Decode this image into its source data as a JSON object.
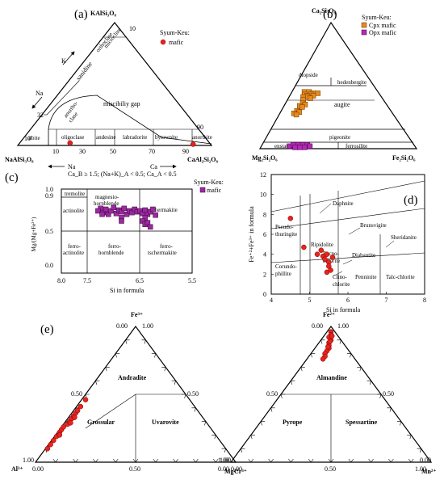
{
  "panels": {
    "a": {
      "letter": "(a)",
      "apex_top": "KAlSi₃O₈",
      "apex_left": "NaAlSi₃O₈",
      "apex_right": "CaAl₂Si₂O₈",
      "legend_title": "Syum-Keu:",
      "legend_item": "mafic",
      "fields": [
        "sanidine",
        "miscibiliy gap",
        "albite",
        "oligoclase",
        "andesine",
        "labradorite",
        "bytownite",
        "anorthite",
        "orthoclase",
        "anortho-",
        "clase",
        "microcline"
      ],
      "arrow_labels": [
        "K",
        "Na",
        "Na",
        "Ca"
      ],
      "ticks_left": [
        "10",
        "32"
      ],
      "ticks_bottom": [
        "10",
        "30",
        "50",
        "70",
        "90"
      ],
      "ticks_top": "10",
      "ticks_right": "90"
    },
    "b": {
      "letter": "(b)",
      "apex_top": "Ca₂Si₂O₆",
      "apex_left": "Mg₂Si₂O₆",
      "apex_right": "Fe₂Si₂O₆",
      "legend_title": "Syum-Keu:",
      "legend_items": [
        "Cpx mafic",
        "Opx mafic"
      ],
      "fields": [
        "diopside",
        "hedenbergite",
        "augite",
        "pigeonite",
        "enstatite",
        "ferrosilite"
      ]
    },
    "c": {
      "letter": "(c)",
      "subtitle": "Ca_B ≥ 1.5; (Na+K)_A < 0.5; Ca_A < 0.5",
      "ylabel": "Mg/(Mg+Fe²⁺)",
      "xlabel": "Si in formula",
      "legend_title": "Syum-Keu:",
      "legend_item": "mafic",
      "fields": [
        "tremolite",
        "actinolite",
        "magnesio-",
        "hornblende",
        "tschermakite",
        "ferro-",
        "actinolite",
        "ferro-",
        "hornblende",
        "ferro-",
        "tschermakite"
      ]
    },
    "d": {
      "letter": "(d)",
      "ylabel": "Fe⁺²+Fe³⁺ in formula",
      "xlabel": "Si in formula",
      "fields": [
        "Daphnite",
        "Pseudo-",
        "thuringite",
        "Brunsvigite",
        "Ripidolite",
        "Pycno-",
        "chlorite",
        "Corundo-",
        "phillite",
        "Diabantite",
        "Sheridanite",
        "Clino-",
        "chlorite",
        "Penninite",
        "Talc-chlorite"
      ]
    },
    "e": {
      "letter": "(e)",
      "left": {
        "apex_top": "Fe³⁺",
        "apex_left": "Al³⁺",
        "apex_right": "Cr³⁺",
        "fields": [
          "Andradite",
          "Grossular",
          "Uvarovite"
        ],
        "ticks": [
          "0.00",
          "1.00",
          "0.50",
          "0.50",
          "1.00",
          "0.00",
          "0.50",
          "1.00",
          "0.00"
        ]
      },
      "right": {
        "apex_top": "Fe²⁺",
        "apex_left": "Mg²⁺",
        "apex_right": "Mn²⁺",
        "fields": [
          "Almandine",
          "Pyrope",
          "Spessartine"
        ],
        "ticks": [
          "0.00",
          "1.00",
          "0.50",
          "0.50",
          "1.00",
          "0.00",
          "0.00",
          "0.50",
          "1.00"
        ]
      }
    }
  },
  "colors": {
    "mafic": "#e8231d",
    "cpx": "#e8891e",
    "opx": "#b22ab5",
    "amph": "#9a2aa0"
  },
  "chart_data": [
    {
      "type": "scatter",
      "name": "feldspar ternary (a)",
      "series": [
        {
          "name": "mafic",
          "points": [
            {
              "An": 90,
              "Ab": 9,
              "Or": 1
            },
            {
              "An": 26,
              "Ab": 72,
              "Or": 2
            }
          ]
        }
      ]
    },
    {
      "type": "scatter",
      "name": "pyroxene quadrilateral (b)",
      "series": [
        {
          "name": "Cpx mafic",
          "points": [
            {
              "Wo": 45,
              "Fs": 8
            },
            {
              "Wo": 45,
              "Fs": 11
            },
            {
              "Wo": 44,
              "Fs": 14
            },
            {
              "Wo": 44,
              "Fs": 17
            },
            {
              "Wo": 43,
              "Fs": 9
            },
            {
              "Wo": 43,
              "Fs": 13
            },
            {
              "Wo": 42,
              "Fs": 11
            },
            {
              "Wo": 42,
              "Fs": 15
            },
            {
              "Wo": 41,
              "Fs": 9
            },
            {
              "Wo": 41,
              "Fs": 12
            },
            {
              "Wo": 40,
              "Fs": 14
            },
            {
              "Wo": 39,
              "Fs": 10
            },
            {
              "Wo": 36,
              "Fs": 11
            },
            {
              "Wo": 35,
              "Fs": 13
            },
            {
              "Wo": 34,
              "Fs": 10
            },
            {
              "Wo": 33,
              "Fs": 12
            },
            {
              "Wo": 30,
              "Fs": 10
            },
            {
              "Wo": 29,
              "Fs": 12
            },
            {
              "Wo": 28,
              "Fs": 9
            },
            {
              "Wo": 27,
              "Fs": 11
            }
          ]
        },
        {
          "name": "Opx mafic",
          "points": [
            {
              "Wo": 2,
              "Fs": 18
            },
            {
              "Wo": 2,
              "Fs": 21
            },
            {
              "Wo": 2,
              "Fs": 24
            },
            {
              "Wo": 2,
              "Fs": 27
            },
            {
              "Wo": 3,
              "Fs": 20
            },
            {
              "Wo": 3,
              "Fs": 23
            },
            {
              "Wo": 3,
              "Fs": 26
            },
            {
              "Wo": 3,
              "Fs": 29
            },
            {
              "Wo": 1,
              "Fs": 22
            },
            {
              "Wo": 1,
              "Fs": 25
            },
            {
              "Wo": 1,
              "Fs": 28
            },
            {
              "Wo": 2,
              "Fs": 31
            }
          ]
        }
      ]
    },
    {
      "type": "scatter",
      "name": "amphibole classification (c)",
      "xlim": [
        8.0,
        5.5
      ],
      "ylim": [
        0.0,
        1.0
      ],
      "x_ticks": [
        "8.0",
        "7.5",
        "6.5",
        "5.5"
      ],
      "y_ticks": [
        "0.0",
        "0.5",
        "0.9",
        "1.0"
      ],
      "series": [
        {
          "name": "mafic",
          "points": [
            [
              7.25,
              0.77
            ],
            [
              7.2,
              0.72
            ],
            [
              7.15,
              0.76
            ],
            [
              7.1,
              0.7
            ],
            [
              7.05,
              0.74
            ],
            [
              7.0,
              0.78
            ],
            [
              6.95,
              0.71
            ],
            [
              6.9,
              0.75
            ],
            [
              6.85,
              0.73
            ],
            [
              6.8,
              0.77
            ],
            [
              6.75,
              0.7
            ],
            [
              6.7,
              0.74
            ],
            [
              6.65,
              0.72
            ],
            [
              6.6,
              0.76
            ],
            [
              6.55,
              0.73
            ],
            [
              6.5,
              0.74
            ],
            [
              6.45,
              0.71
            ],
            [
              6.4,
              0.75
            ],
            [
              6.35,
              0.7
            ],
            [
              6.3,
              0.73
            ],
            [
              6.25,
              0.76
            ],
            [
              6.2,
              0.69
            ],
            [
              7.3,
              0.74
            ],
            [
              7.22,
              0.7
            ],
            [
              6.85,
              0.66
            ],
            [
              6.4,
              0.66
            ],
            [
              6.45,
              0.62
            ],
            [
              6.4,
              0.58
            ],
            [
              6.35,
              0.6
            ],
            [
              6.3,
              0.55
            ],
            [
              6.85,
              0.62
            ]
          ]
        }
      ]
    },
    {
      "type": "scatter",
      "name": "chlorite classification (d)",
      "xlim": [
        4,
        8
      ],
      "ylim": [
        0,
        12
      ],
      "x_ticks": [
        "4",
        "5",
        "6",
        "7",
        "8"
      ],
      "y_ticks": [
        "0",
        "2",
        "4",
        "6",
        "8",
        "10",
        "12"
      ],
      "series": [
        {
          "name": "mafic",
          "points": [
            [
              4.5,
              7.6
            ],
            [
              4.85,
              4.7
            ],
            [
              5.2,
              4.0
            ],
            [
              5.35,
              3.8
            ],
            [
              5.45,
              4.0
            ],
            [
              5.4,
              3.5
            ],
            [
              5.5,
              3.2
            ],
            [
              5.5,
              2.8
            ],
            [
              5.55,
              2.4
            ],
            [
              5.6,
              3.7
            ],
            [
              5.3,
              4.4
            ],
            [
              5.45,
              2.2
            ]
          ]
        }
      ]
    },
    {
      "type": "scatter",
      "name": "garnet Fe3+-Al3+-Cr3+ (e left)",
      "series": [
        {
          "name": "mafic",
          "points": [
            {
              "Fe3": 0.1,
              "Al": 0.89,
              "Cr": 0.01
            },
            {
              "Fe3": 0.13,
              "Al": 0.86,
              "Cr": 0.01
            },
            {
              "Fe3": 0.16,
              "Al": 0.83,
              "Cr": 0.01
            },
            {
              "Fe3": 0.19,
              "Al": 0.8,
              "Cr": 0.01
            },
            {
              "Fe3": 0.22,
              "Al": 0.77,
              "Cr": 0.01
            },
            {
              "Fe3": 0.24,
              "Al": 0.75,
              "Cr": 0.01
            },
            {
              "Fe3": 0.26,
              "Al": 0.73,
              "Cr": 0.01
            },
            {
              "Fe3": 0.28,
              "Al": 0.7,
              "Cr": 0.02
            },
            {
              "Fe3": 0.3,
              "Al": 0.68,
              "Cr": 0.02
            },
            {
              "Fe3": 0.32,
              "Al": 0.66,
              "Cr": 0.02
            },
            {
              "Fe3": 0.34,
              "Al": 0.64,
              "Cr": 0.02
            },
            {
              "Fe3": 0.36,
              "Al": 0.62,
              "Cr": 0.02
            },
            {
              "Fe3": 0.38,
              "Al": 0.6,
              "Cr": 0.02
            },
            {
              "Fe3": 0.41,
              "Al": 0.57,
              "Cr": 0.02
            },
            {
              "Fe3": 0.46,
              "Al": 0.52,
              "Cr": 0.02
            },
            {
              "Fe3": 0.2,
              "Al": 0.78,
              "Cr": 0.02
            },
            {
              "Fe3": 0.29,
              "Al": 0.68,
              "Cr": 0.03
            },
            {
              "Fe3": 0.33,
              "Al": 0.64,
              "Cr": 0.03
            }
          ]
        }
      ]
    },
    {
      "type": "scatter",
      "name": "garnet Fe2+-Mg2+-Mn2+ (e right)",
      "series": [
        {
          "name": "mafic",
          "points": [
            {
              "Fe2": 0.96,
              "Mg": 0.02,
              "Mn": 0.02
            },
            {
              "Fe2": 0.94,
              "Mg": 0.03,
              "Mn": 0.03
            },
            {
              "Fe2": 0.92,
              "Mg": 0.05,
              "Mn": 0.03
            },
            {
              "Fe2": 0.9,
              "Mg": 0.05,
              "Mn": 0.05
            },
            {
              "Fe2": 0.88,
              "Mg": 0.07,
              "Mn": 0.05
            },
            {
              "Fe2": 0.86,
              "Mg": 0.08,
              "Mn": 0.06
            },
            {
              "Fe2": 0.84,
              "Mg": 0.09,
              "Mn": 0.07
            },
            {
              "Fe2": 0.82,
              "Mg": 0.11,
              "Mn": 0.07
            },
            {
              "Fe2": 0.8,
              "Mg": 0.13,
              "Mn": 0.07
            },
            {
              "Fe2": 0.78,
              "Mg": 0.14,
              "Mn": 0.08
            },
            {
              "Fe2": 0.76,
              "Mg": 0.16,
              "Mn": 0.08
            },
            {
              "Fe2": 0.93,
              "Mg": 0.03,
              "Mn": 0.04
            },
            {
              "Fe2": 0.89,
              "Mg": 0.06,
              "Mn": 0.05
            },
            {
              "Fe2": 0.85,
              "Mg": 0.09,
              "Mn": 0.06
            }
          ]
        }
      ]
    }
  ]
}
